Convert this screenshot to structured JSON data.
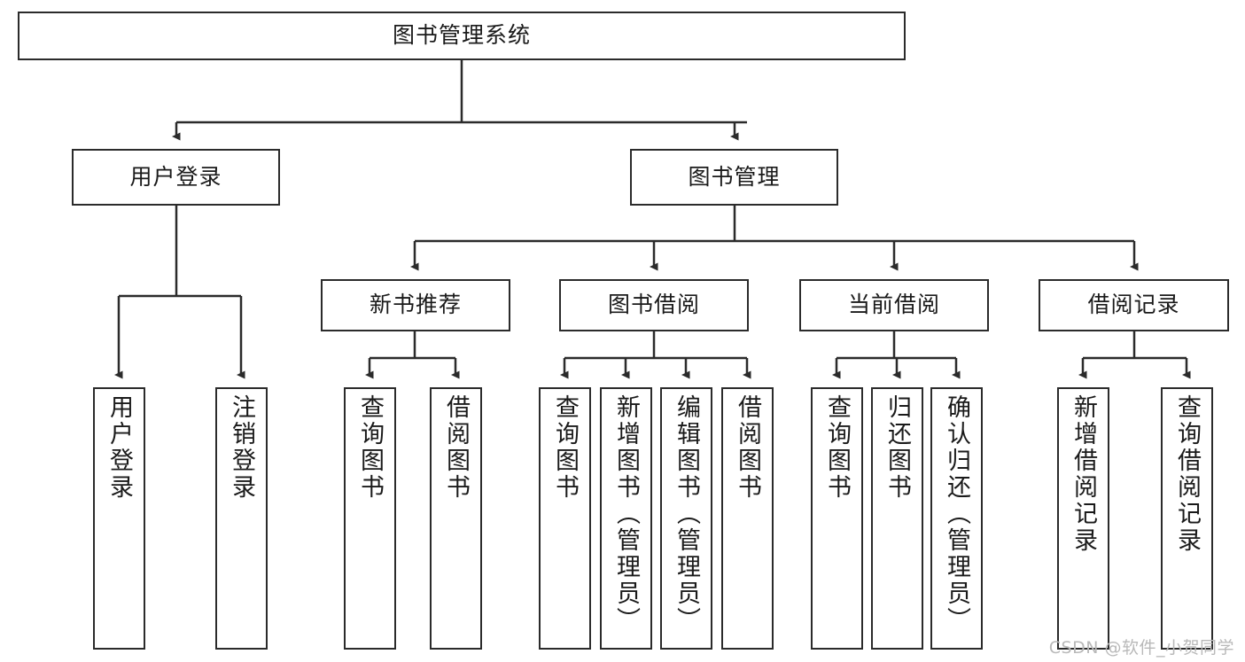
{
  "diagram": {
    "title_node": {
      "id": "root",
      "label": "图书管理系统"
    },
    "level2": [
      {
        "id": "user-login",
        "label": "用户登录"
      },
      {
        "id": "book-mgmt",
        "label": "图书管理"
      }
    ],
    "level3": [
      {
        "id": "new-book-rec",
        "label": "新书推荐"
      },
      {
        "id": "book-borrow",
        "label": "图书借阅"
      },
      {
        "id": "current-borrow",
        "label": "当前借阅"
      },
      {
        "id": "borrow-record",
        "label": "借阅记录"
      }
    ],
    "leaves": {
      "user_login": [
        {
          "id": "leaf-user-login",
          "label": "用户登录"
        },
        {
          "id": "leaf-logout",
          "label": "注销登录"
        }
      ],
      "new_book_rec": [
        {
          "id": "leaf-query-book-1",
          "label": "查询图书"
        },
        {
          "id": "leaf-borrow-book-1",
          "label": "借阅图书"
        }
      ],
      "book_borrow": [
        {
          "id": "leaf-query-book-2",
          "label": "查询图书"
        },
        {
          "id": "leaf-add-book",
          "label": "新增图书（管理员）"
        },
        {
          "id": "leaf-edit-book",
          "label": "编辑图书（管理员）"
        },
        {
          "id": "leaf-borrow-book-2",
          "label": "借阅图书"
        }
      ],
      "current_borrow": [
        {
          "id": "leaf-query-book-3",
          "label": "查询图书"
        },
        {
          "id": "leaf-return-book",
          "label": "归还图书"
        },
        {
          "id": "leaf-confirm-return",
          "label": "确认归还（管理员）"
        }
      ],
      "borrow_record": [
        {
          "id": "leaf-add-record",
          "label": "新增借阅记录"
        },
        {
          "id": "leaf-query-record",
          "label": "查询借阅记录"
        }
      ]
    }
  },
  "watermark": {
    "text": "CSDN @软件_小贺同学"
  },
  "colors": {
    "border": "#2b2b2b",
    "box_fill": "#ffffff",
    "text": "#1a1a1a",
    "watermark": "#b9b9b9",
    "canvas": "#ffffff"
  }
}
